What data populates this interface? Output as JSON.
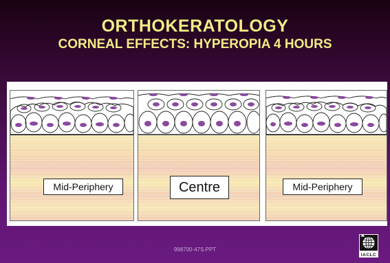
{
  "slide": {
    "title": "ORTHOKERATOLOGY",
    "subtitle": "CORNEAL EFFECTS: HYPEROPIA 4 HOURS",
    "footer_code": "998700-47S.PPT",
    "logo": {
      "icon": "iaclc-globe-logo",
      "text": "IACLC"
    }
  },
  "panels": [
    {
      "label": "Mid-Periphery"
    },
    {
      "label": "Centre"
    },
    {
      "label": "Mid-Periphery"
    }
  ],
  "colors": {
    "title": "#f3ec86",
    "background_top": "#1a0212",
    "background_bottom": "#6a1a80",
    "nucleus": "#8a4a9e",
    "stroma_yellow": "#f5e6b0",
    "stroma_pink": "#f0c7b1"
  }
}
